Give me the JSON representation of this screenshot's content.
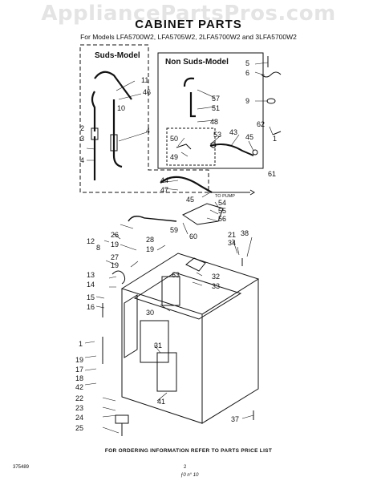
{
  "watermark": "AppliancePartsPros.com",
  "title": "CABINET PARTS",
  "models": "For Models LFA5700W2, LFA5705W2, 2LFA5700W2 and 3LFA5700W2",
  "sections": {
    "suds": "Suds-Model",
    "non_suds": "Non Suds-Model"
  },
  "to_pump": "TO PUMP",
  "footer": "FOR ORDERING INFORMATION REFER TO PARTS PRICE LIST",
  "page_code": "375489",
  "page_number": "2",
  "tail_mark": "ƒ0 n° 10",
  "callouts": [
    "11",
    "46",
    "10",
    "2",
    "3",
    "4",
    "4",
    "57",
    "51",
    "48",
    "50",
    "49",
    "53",
    "43",
    "45",
    "5",
    "6",
    "9",
    "62",
    "1",
    "61",
    "44",
    "47",
    "45",
    "54",
    "55",
    "56",
    "12",
    "59",
    "26",
    "28",
    "19",
    "60",
    "21",
    "34",
    "38",
    "8",
    "19",
    "27",
    "19",
    "13",
    "14",
    "32",
    "33",
    "63",
    "15",
    "16",
    "30",
    "1",
    "19",
    "17",
    "18",
    "42",
    "31",
    "22",
    "23",
    "24",
    "25",
    "41",
    "37"
  ]
}
